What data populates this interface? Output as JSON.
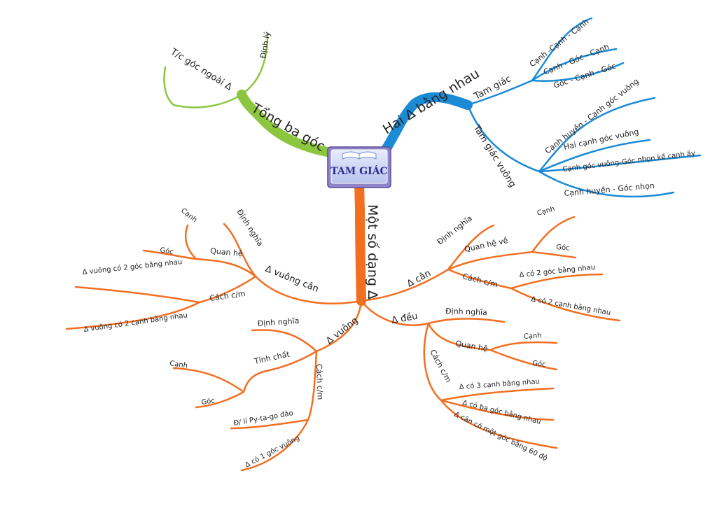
{
  "center": {
    "title": "TAM GIÁC"
  },
  "colors": {
    "green": "#8cc63f",
    "blue": "#1b8bd6",
    "orange": "#f26f21",
    "text": "#222222"
  },
  "branches": {
    "tong_ba_goc": {
      "label": "Tổng ba góc",
      "children": {
        "dinh_ly": "Định lý",
        "tc_goc_ngoai": "T/c góc ngoài Δ"
      }
    },
    "hai_tam_giac_bang_nhau": {
      "label": "Hai Δ bằng nhau",
      "tam_giac": {
        "label": "Tam giác",
        "children": [
          "Cạnh -Cạnh - Cạnh",
          "Cạnh - Góc - Cạnh",
          "Góc - Cạnh - Góc"
        ]
      },
      "tam_giac_vuong": {
        "label": "Tam giác vuông",
        "children": [
          "Cạnh huyền - Cạnh góc vuông",
          "Hai cạnh góc vuông",
          "Cạnh góc vuông-Góc nhọn kề cạnh ấy",
          "Cạnh huyền - Góc nhọn"
        ]
      }
    },
    "mot_so_dang": {
      "label": "Một số dạng Δ",
      "vuong_can": {
        "label": "Δ vuông cân",
        "dinh_nghia": "Định nghĩa",
        "quan_he": {
          "label": "Quan hệ",
          "children": [
            "Cạnh",
            "Góc"
          ]
        },
        "cach_cm": {
          "label": "Cách c/m",
          "children": [
            "Δ vuông có 2 góc bằng nhau",
            "Δ vuông có 2 cạnh bằng nhau"
          ]
        }
      },
      "vuong": {
        "label": "Δ vuông",
        "dinh_nghia": "Định nghĩa",
        "tinh_chat": {
          "label": "Tính chất",
          "children": [
            "Cạnh",
            "Góc"
          ]
        },
        "cach_cm": {
          "label": "Cách c/m",
          "children": [
            "Đ/ lí Py-ta-go đảo",
            "Δ có 1 góc vuông"
          ]
        }
      },
      "can": {
        "label": "Δ cân",
        "dinh_nghia": "Định nghĩa",
        "quan_he_ve": {
          "label": "Quan hệ về",
          "children": [
            "Cạnh",
            "Góc"
          ]
        },
        "cach_cm": {
          "label": "Cách c/m",
          "children": [
            "Δ có 2 góc bằng nhau",
            "Δ có 2 cạnh bằng nhau"
          ]
        }
      },
      "deu": {
        "label": "Δ đều",
        "dinh_nghia": "Định nghĩa",
        "quan_he": {
          "label": "Quan hệ",
          "children": [
            "Cạnh",
            "Góc"
          ]
        },
        "cach_cm": {
          "label": "Cách c/m",
          "children": [
            "Δ có 3 cạnh bằng nhau",
            "Δ có ba góc bằng nhau",
            "Δ cân có một góc bằng 60 độ"
          ]
        }
      }
    }
  }
}
